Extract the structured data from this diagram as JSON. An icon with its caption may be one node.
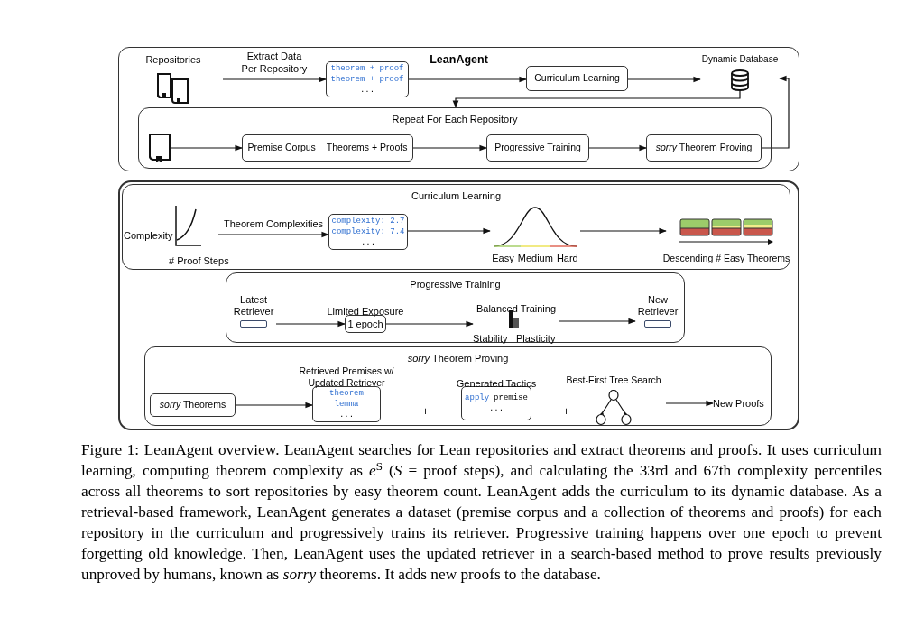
{
  "diagram": {
    "caption": "Figure 1: LeanAgent overview. LeanAgent searches for Lean repositories and extract theorems and proofs. It uses curriculum learning, computing theorem complexity as *e*$^{S}$ (*S* = proof steps), and calculating the 33rd and 67th complexity percentiles across all theorems to sort repositories by easy theorem count. LeanAgent adds the curriculum to its dynamic database. As a retrieval-based framework, LeanAgent generates a dataset (premise corpus and a collection of theorems and proofs) for each repository in the curriculum and progressively trains its retriever. Progressive training happens over one epoch to prevent forgetting old knowledge. Then, LeanAgent uses the updated retriever in a search-based method to prove results previously unproved by humans, known as *sorry* theorems. It adds new proofs to the database.",
    "nodes": [
      {
        "text": [
          "LeanAgent"
        ]
      },
      {
        "text": [
          "Repositories"
        ],
        "in": 0
      },
      {
        "text": [
          "theorem + proof",
          "theorem + proof",
          "..."
        ],
        "in": 0
      },
      {
        "text": [
          "Curriculum Learning"
        ],
        "in": 0
      },
      {
        "text": [
          "Dynamic Database"
        ],
        "in": 0
      },
      {
        "text": [
          "Repeat For Each Repository"
        ],
        "in": 0
      },
      {
        "text": [],
        "shape": "picture",
        "in": 5
      },
      {
        "text": [
          "Premise Corpus",
          "Theorems + Proofs"
        ],
        "in": 5
      },
      {
        "text": [
          "Progressive Training"
        ],
        "in": 5
      },
      {
        "text": [
          "*sorry* Theorem Proving"
        ],
        "in": 5
      },
      {
        "text": [],
        "shape": "box"
      },
      {
        "text": [
          "Curriculum Learning"
        ],
        "in": 10
      },
      {
        "text": [
          "Complexity",
          "# Proof Steps"
        ],
        "in": 11
      },
      {
        "text": [
          "complexity: 2.7",
          "complexity: 7.4",
          "..."
        ],
        "in": 11
      },
      {
        "text": [
          "Easy",
          "Medium",
          "Hard"
        ],
        "in": 11
      },
      {
        "text": [
          "Descending # Easy Theorems"
        ],
        "in": 11
      },
      {
        "text": [
          "Progressive Training"
        ],
        "in": 10
      },
      {
        "text": [
          "Latest Retriever"
        ],
        "in": 16
      },
      {
        "text": [
          "Limited Exposure",
          "1 epoch"
        ],
        "in": 16
      },
      {
        "text": [
          "Balanced Training",
          "Stability",
          "Plasticity"
        ],
        "in": 16
      },
      {
        "text": [
          "New Retriever"
        ],
        "in": 16
      },
      {
        "text": [
          "*sorry* Theorem Proving"
        ],
        "in": 10
      },
      {
        "text": [
          "*sorry* Theorems"
        ],
        "in": 21
      },
      {
        "text": [
          "Retrieved Premises w/ Updated Retriever",
          "theorem",
          "lemma",
          "..."
        ],
        "in": 21
      },
      {
        "text": [
          "Generated Tactics",
          "apply",
          "premise",
          "..."
        ],
        "in": 21
      },
      {
        "text": [
          "Best-First Tree Search"
        ],
        "in": 21
      },
      {
        "text": [
          "New Proofs"
        ],
        "in": 21
      }
    ],
    "edges": [
      {
        "from": 1,
        "to": 2,
        "arrow": "to",
        "label": "Extract Data Per Repository"
      },
      {
        "from": 2,
        "to": 3,
        "arrow": "to"
      },
      {
        "from": 3,
        "to": 4,
        "arrow": "to"
      },
      {
        "from": 4,
        "to": 5,
        "arrow": "to"
      },
      {
        "from": 6,
        "to": 7,
        "arrow": "to"
      },
      {
        "from": 7,
        "to": 8,
        "arrow": "to"
      },
      {
        "from": 8,
        "to": 9,
        "arrow": "to"
      },
      {
        "from": 9,
        "to": 4,
        "arrow": "to"
      },
      {
        "from": 12,
        "to": 13,
        "arrow": "to",
        "label": "Theorem Complexities"
      },
      {
        "from": 13,
        "to": 14,
        "arrow": "to"
      },
      {
        "from": 14,
        "to": 15,
        "arrow": "to"
      },
      {
        "from": 17,
        "to": 18,
        "arrow": "to"
      },
      {
        "from": 18,
        "to": 19,
        "arrow": "to"
      },
      {
        "from": 19,
        "to": 20,
        "arrow": "to"
      },
      {
        "from": 22,
        "to": 23,
        "arrow": "to"
      },
      {
        "from": 25,
        "to": 26,
        "arrow": "to"
      }
    ],
    "labels": [
      "+",
      "+"
    ]
  }
}
